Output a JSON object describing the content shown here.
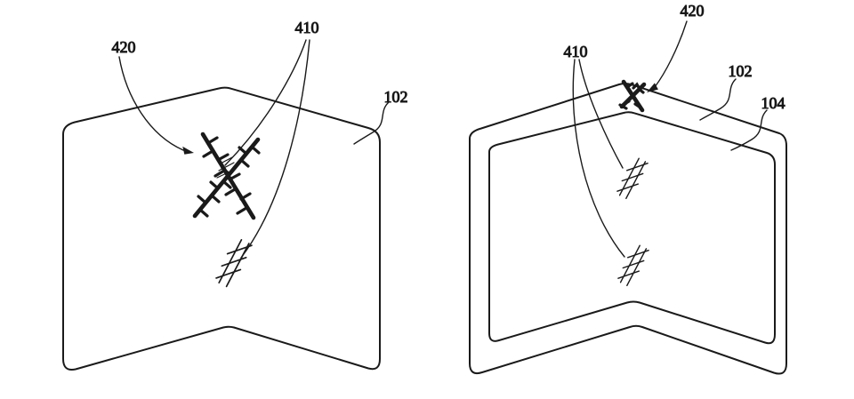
{
  "figure": {
    "type": "patent-drawing",
    "description": "Two views of a foldable device shown partially folded",
    "background": "#ffffff",
    "line_color": "#1a1a1a",
    "display_fill_base": "#e4e4e4",
    "display_dot_color": "#757575"
  },
  "left_figure": {
    "labels": {
      "crack": "420",
      "scratch": "410",
      "cover": "102"
    }
  },
  "right_figure": {
    "labels": {
      "crack": "420",
      "scratch": "410",
      "cover": "102",
      "display": "104"
    }
  }
}
